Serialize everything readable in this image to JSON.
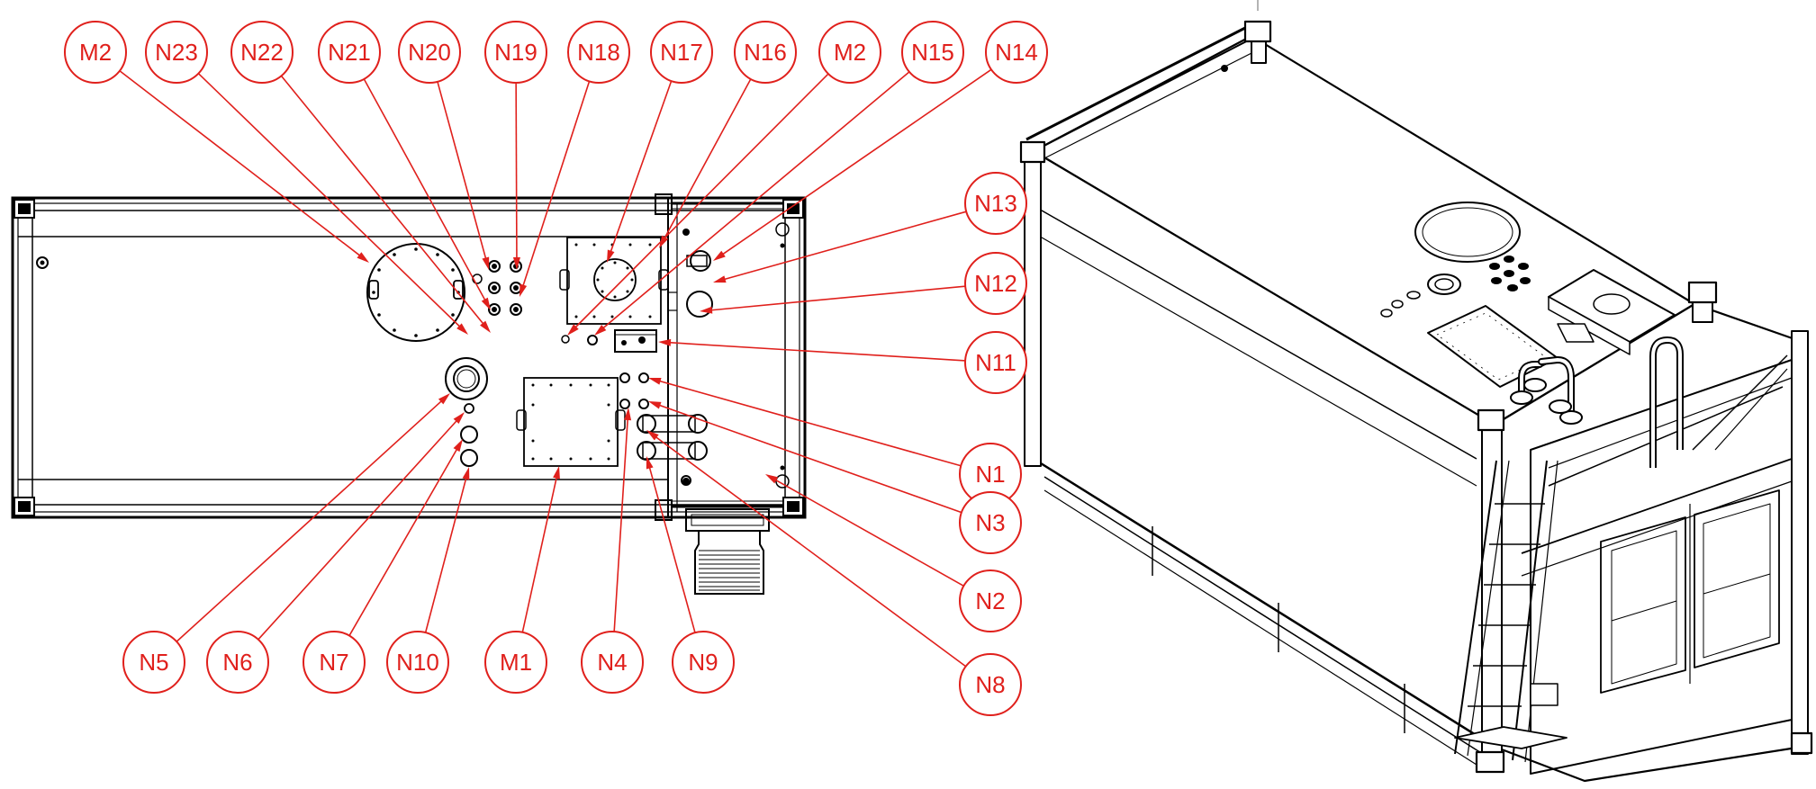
{
  "diagram": {
    "label_color": "#e0201c",
    "line_color": "#000000",
    "views": [
      "top-view",
      "isometric-view"
    ],
    "callouts": [
      {
        "id": "m2-top-left",
        "label": "M2"
      },
      {
        "id": "n23",
        "label": "N23"
      },
      {
        "id": "n22",
        "label": "N22"
      },
      {
        "id": "n21",
        "label": "N21"
      },
      {
        "id": "n20",
        "label": "N20"
      },
      {
        "id": "n19",
        "label": "N19"
      },
      {
        "id": "n18",
        "label": "N18"
      },
      {
        "id": "n17",
        "label": "N17"
      },
      {
        "id": "n16",
        "label": "N16"
      },
      {
        "id": "m2-top-right",
        "label": "M2"
      },
      {
        "id": "n15",
        "label": "N15"
      },
      {
        "id": "n14",
        "label": "N14"
      },
      {
        "id": "n13",
        "label": "N13"
      },
      {
        "id": "n12",
        "label": "N12"
      },
      {
        "id": "n11",
        "label": "N11"
      },
      {
        "id": "n1",
        "label": "N1"
      },
      {
        "id": "n3",
        "label": "N3"
      },
      {
        "id": "n2",
        "label": "N2"
      },
      {
        "id": "n8",
        "label": "N8"
      },
      {
        "id": "n5",
        "label": "N5"
      },
      {
        "id": "n6",
        "label": "N6"
      },
      {
        "id": "n7",
        "label": "N7"
      },
      {
        "id": "n10",
        "label": "N10"
      },
      {
        "id": "m1",
        "label": "M1"
      },
      {
        "id": "n4",
        "label": "N4"
      },
      {
        "id": "n9",
        "label": "N9"
      }
    ]
  }
}
